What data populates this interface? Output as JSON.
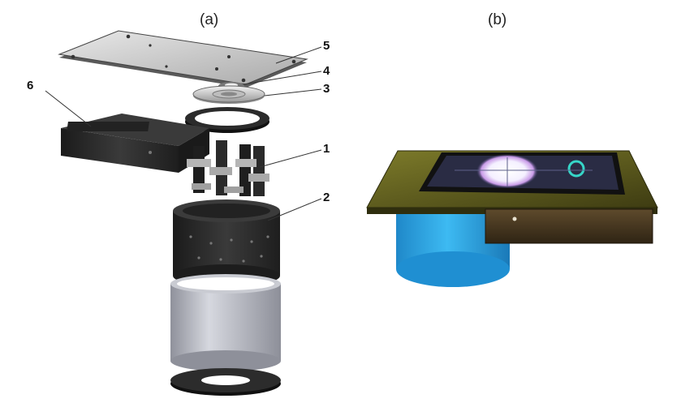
{
  "panels": [
    {
      "label": "(a)"
    },
    {
      "label": "(b)"
    }
  ],
  "callouts": {
    "c1": "1",
    "c2": "2",
    "c3": "3",
    "c4": "4",
    "c5": "5",
    "c6": "6"
  },
  "colors": {
    "dark_part": "#2a2a2a",
    "plate_grey": "#c8c8c8",
    "cylinder_grey": "#b7b9c2",
    "green_plate": "#6b6a1e",
    "blue_cylinder": "#29a7e6",
    "bronze_box": "#4b3a22"
  }
}
